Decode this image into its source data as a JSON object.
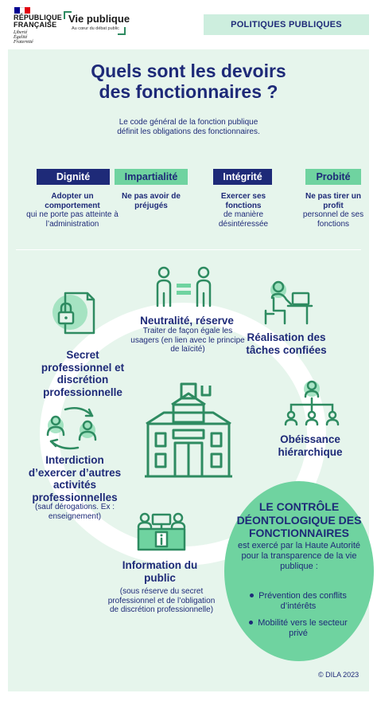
{
  "header": {
    "rf_name_1": "RÉPUBLIQUE",
    "rf_name_2": "FRANÇAISE",
    "rf_motto_1": "Liberté",
    "rf_motto_2": "Égalité",
    "rf_motto_3": "Fraternité",
    "vp_title": "Vie publique",
    "vp_sub": "Au cœur du débat public",
    "tag": "POLITIQUES PUBLIQUES"
  },
  "title_1": "Quels sont les devoirs",
  "title_2": "des fonctionnaires ?",
  "intro_1": "Le code général de la fonction publique",
  "intro_2": "définit les obligations des fonctionnaires.",
  "principles": [
    {
      "label": "Dignité",
      "desc_bold": "Adopter un comportement",
      "desc": "qui ne porte pas atteinte à l’administration"
    },
    {
      "label": "Impartialité",
      "desc_bold": "Ne pas avoir de préjugés",
      "desc": ""
    },
    {
      "label": "Intégrité",
      "desc_bold": "Exercer ses fonctions",
      "desc": "de manière désintéressée"
    },
    {
      "label": "Probité",
      "desc_bold": "Ne pas tirer un profit",
      "desc": "personnel de ses fonctions"
    }
  ],
  "duties": {
    "neutralite_title": "Neutralité, réserve",
    "neutralite_sub": "Traiter de façon égale les usagers (en lien avec le principe de laïcité)",
    "secret_title": "Secret professionnel et discrétion professionnelle",
    "realisation_title": "Réalisation des tâches confiées",
    "obeissance_title": "Obéissance hiérarchique",
    "interdiction_title": "Interdiction d’exercer d’autres activités professionnelles",
    "interdiction_sub": "(sauf dérogations. Ex : enseignement)",
    "information_title": "Information du public",
    "information_sub": "(sous réserve du secret professionnel et de l’obligation de discrétion professionnelle)"
  },
  "control": {
    "title": "LE CONTRÔLE DÉONTOLOGIQUE DES FONCTIONNAIRES",
    "text": "est exercé par la Haute Autorité pour la transparence de la vie publique :",
    "items": [
      "Prévention des conflits d’intérêts",
      "Mobilité vers le secteur privé"
    ]
  },
  "copyright": "© DILA 2023",
  "colors": {
    "navy": "#1e2a78",
    "mint": "#6fd3a0",
    "panel": "#e6f5ec",
    "icon_green": "#2e8b61"
  }
}
